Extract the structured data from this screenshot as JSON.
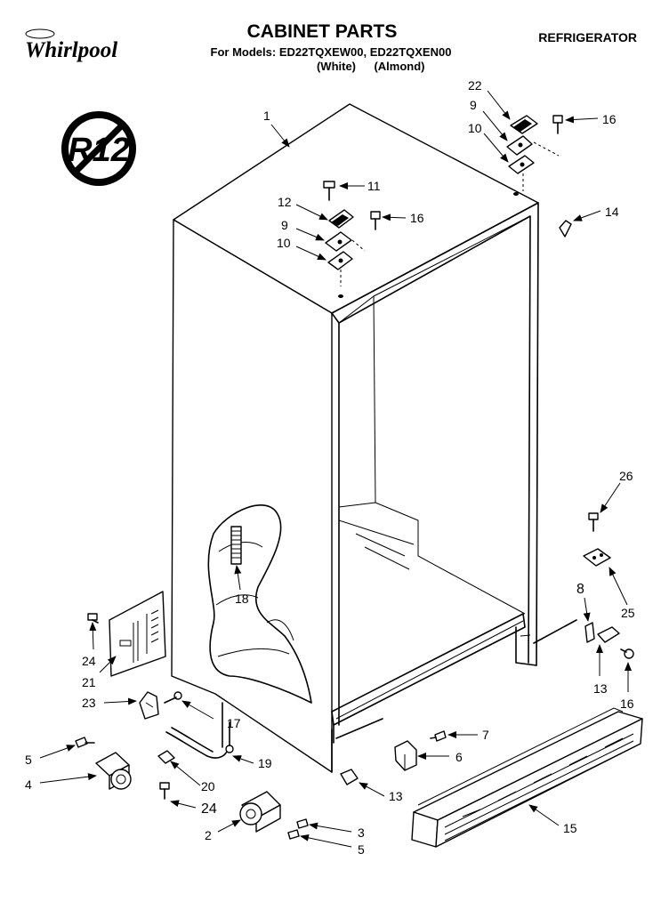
{
  "header": {
    "brand": "Whirlpool",
    "title": "CABINET PARTS",
    "category": "REFRIGERATOR",
    "models_line": "For Models: ED22TQXEW00, ED22TQXEN00",
    "color_white": "(White)",
    "color_almond": "(Almond)",
    "refrigerant_badge": "R12"
  },
  "callouts": {
    "c1": "1",
    "c2": "2",
    "c3": "3",
    "c4": "4",
    "c5a": "5",
    "c5b": "5",
    "c6": "6",
    "c7": "7",
    "c8": "8",
    "c9a": "9",
    "c9b": "9",
    "c10a": "10",
    "c10b": "10",
    "c11": "11",
    "c12": "12",
    "c13a": "13",
    "c13b": "13",
    "c14": "14",
    "c15": "15",
    "c16a": "16",
    "c16b": "16",
    "c16c": "16",
    "c17": "17",
    "c18": "18",
    "c19": "19",
    "c20": "20",
    "c21": "21",
    "c22": "22",
    "c23": "23",
    "c24a": "24",
    "c24b": "24",
    "c25": "25",
    "c26": "26"
  }
}
